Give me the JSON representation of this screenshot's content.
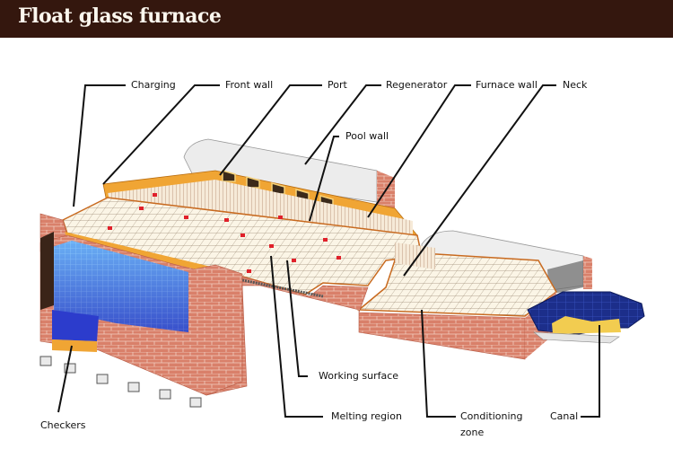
{
  "header": {
    "title": "Float glass furnace",
    "background_color": "#34170e",
    "title_color": "#fbf7ee"
  },
  "labels": {
    "charging": "Charging",
    "front_wall": "Front wall",
    "port": "Port",
    "regenerator": "Regenerator",
    "furnace_wall": "Furnace wall",
    "neck": "Neck",
    "pool_wall": "Pool wall",
    "working_surface": "Working surface",
    "melting_region": "Melting region",
    "conditioning_zone_line1": "Conditioning",
    "conditioning_zone_line2": "zone",
    "canal": "Canal",
    "checkers": "Checkers"
  },
  "colors": {
    "brick": "#d9806a",
    "brick_mortar": "#f1cdbf",
    "floor_tile": "#fbf5e6",
    "tile_grid": "#8d7a62",
    "insulation": "#f0a534",
    "roof": "#ececec",
    "checkers": "#3d63d8",
    "canal": "#1c2e8a",
    "marker_red": "#e0202a"
  }
}
